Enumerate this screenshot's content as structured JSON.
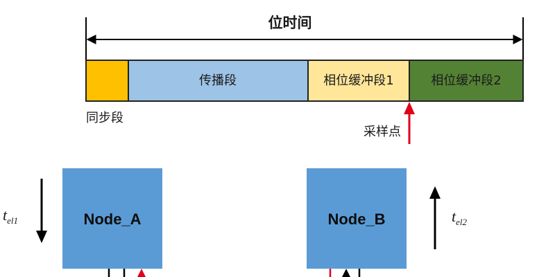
{
  "bit_time": {
    "title": "位时间",
    "segments": [
      {
        "label": "",
        "color": "#FFC000"
      },
      {
        "label": "传播段",
        "color": "#9DC3E6"
      },
      {
        "label": "相位缓冲段1",
        "color": "#FFE699"
      },
      {
        "label": "相位缓冲段2",
        "color": "#548235"
      }
    ],
    "sync_label": "同步段",
    "sample_label": "采样点"
  },
  "nodes": [
    {
      "name": "Node_A",
      "color": "#5B9BD5"
    },
    {
      "name": "Node_B",
      "color": "#5B9BD5"
    }
  ],
  "delays": {
    "a": {
      "symbol": "t",
      "subscript": "el1",
      "direction": "down"
    },
    "b": {
      "symbol": "t",
      "subscript": "el2",
      "direction": "up"
    }
  },
  "colors": {
    "arrow": "#000000",
    "sample_arrow": "#E0001A",
    "border": "#222222"
  }
}
